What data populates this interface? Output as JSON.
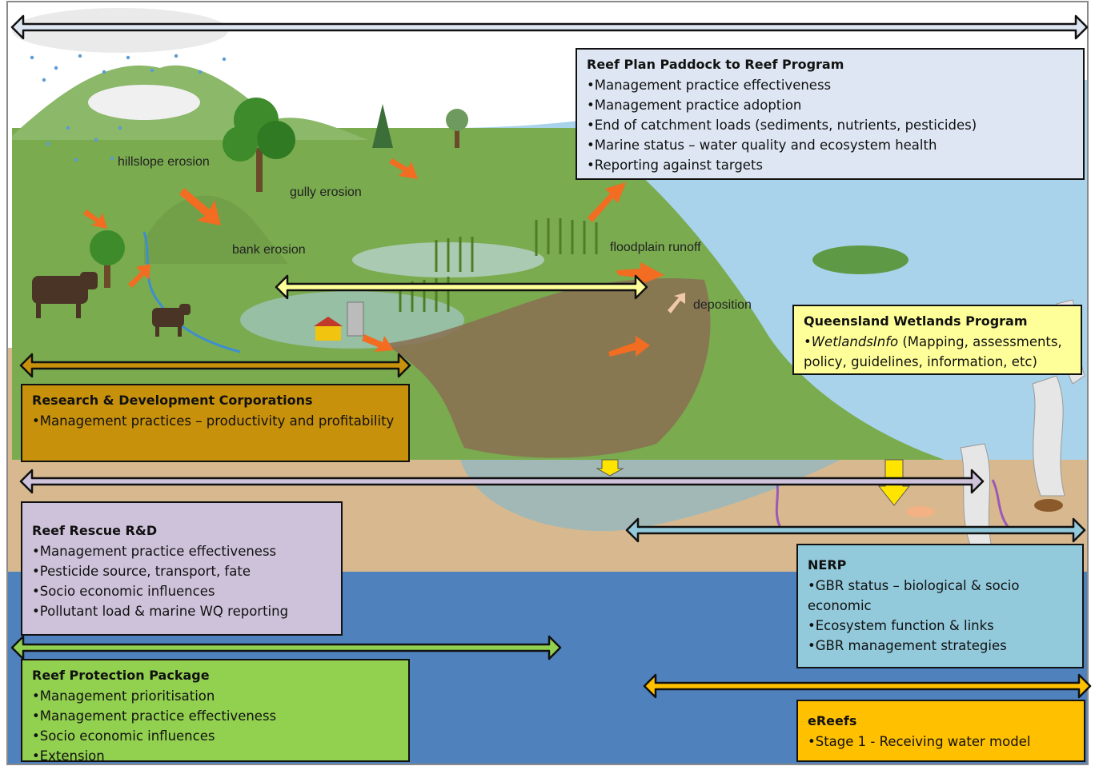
{
  "process_labels": {
    "hillslope": "hillslope erosion",
    "gully": "gully erosion",
    "bank": "bank erosion",
    "floodplain": "floodplain runoff",
    "deposition": "deposition"
  },
  "programs": {
    "paddock_to_reef": {
      "title": "Reef Plan Paddock to Reef Program",
      "items": [
        "Management practice effectiveness",
        "Management practice adoption",
        "End of catchment loads (sediments, nutrients, pesticides)",
        "Marine status – water quality and ecosystem health",
        "Reporting against targets"
      ],
      "color": "#dde6f2"
    },
    "wetlands": {
      "title": "Queensland Wetlands Program",
      "item_italic": "WetlandsInfo",
      "item_rest": " (Mapping, assessments, policy, guidelines, information, etc)",
      "color": "#ffff9a"
    },
    "rdc": {
      "title": "Research & Development Corporations",
      "items": [
        "Management practices – productivity and profitability"
      ],
      "color": "#c8910b"
    },
    "reef_rescue": {
      "title": "Reef Rescue R&D",
      "items": [
        "Management practice effectiveness",
        "Pesticide source, transport, fate",
        "Socio economic  influences",
        "Pollutant load & marine WQ reporting"
      ],
      "color": "#cec2da"
    },
    "nerp": {
      "title": "NERP",
      "items": [
        "GBR status – biological & socio economic",
        "Ecosystem function & links",
        "GBR management strategies"
      ],
      "color": "#92c9db"
    },
    "protection": {
      "title": "Reef Protection Package",
      "items": [
        "Management prioritisation",
        "Management practice effectiveness",
        "Socio economic  influences",
        "Extension"
      ],
      "color": "#92d050"
    },
    "ereefs": {
      "title": "eReefs",
      "items": [
        "Stage 1 - Receiving water model"
      ],
      "color": "#ffc000"
    }
  },
  "scope_arrows": [
    {
      "program": "paddock_to_reef",
      "color": "#dde6f2"
    },
    {
      "program": "wetlands",
      "color": "#ffff9a"
    },
    {
      "program": "rdc",
      "color": "#c8910b"
    },
    {
      "program": "reef_rescue",
      "color": "#cec2da"
    },
    {
      "program": "nerp",
      "color": "#92c9db"
    },
    {
      "program": "protection",
      "color": "#92d050"
    },
    {
      "program": "ereefs",
      "color": "#ffc000"
    }
  ]
}
